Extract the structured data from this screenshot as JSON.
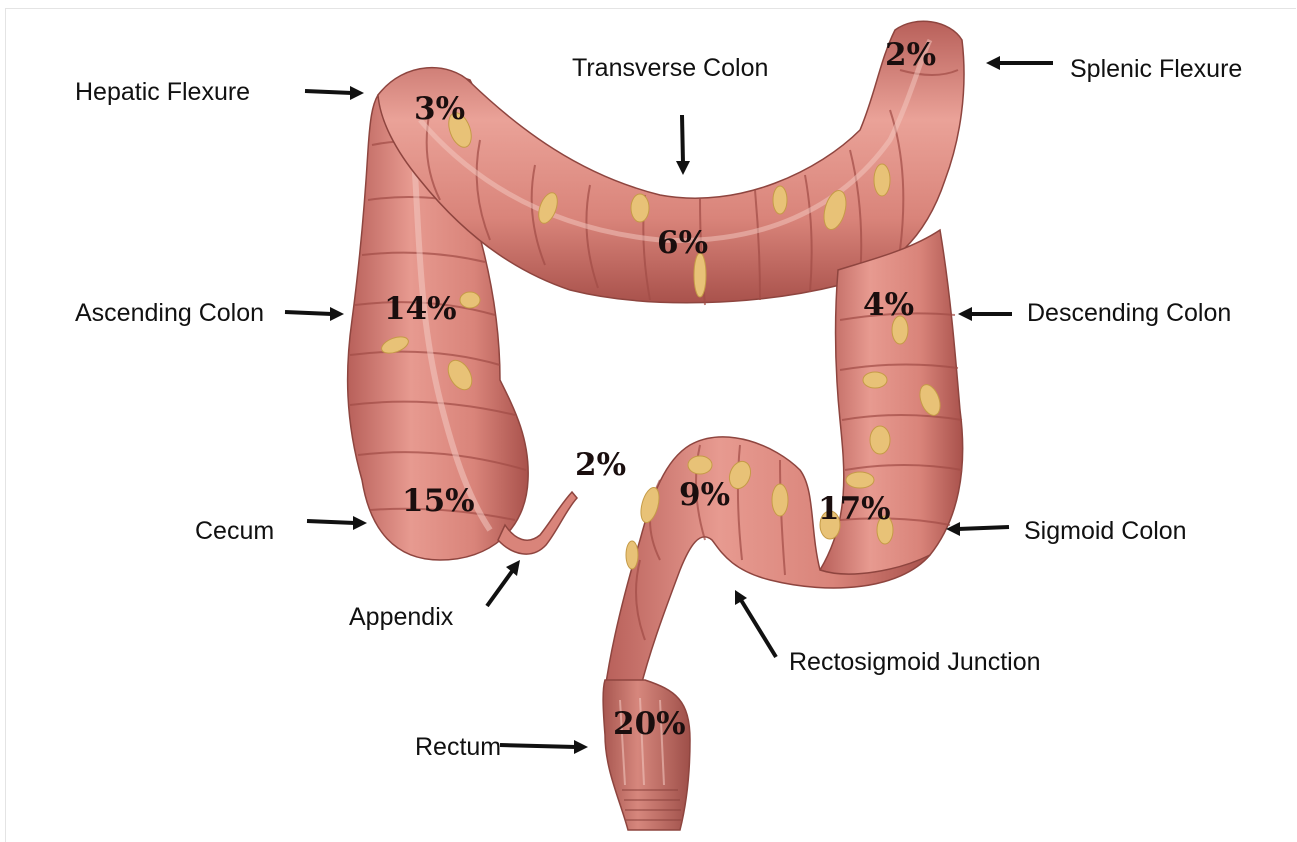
{
  "labels": {
    "hepatic_flexure": "Hepatic Flexure",
    "transverse_colon": "Transverse Colon",
    "splenic_flexure": "Splenic Flexure",
    "ascending_colon": "Ascending Colon",
    "descending_colon": "Descending Colon",
    "cecum": "Cecum",
    "appendix": "Appendix",
    "sigmoid_colon": "Sigmoid Colon",
    "rectosigmoid_junction": "Rectosigmoid Junction",
    "rectum": "Rectum"
  },
  "percentages": {
    "hepatic_flexure": "3%",
    "transverse_colon": "6%",
    "splenic_flexure": "2%",
    "ascending_colon": "14%",
    "descending_colon": "4%",
    "cecum": "15%",
    "appendix": "2%",
    "rectosigmoid_junction": "9%",
    "sigmoid_colon": "17%",
    "rectum": "20%"
  },
  "colors": {
    "tissue": "#d9847a",
    "tissue_dark": "#b35a52",
    "tissue_light": "#eeaaa0",
    "fat": "#e8c277",
    "arrow": "#111111"
  }
}
